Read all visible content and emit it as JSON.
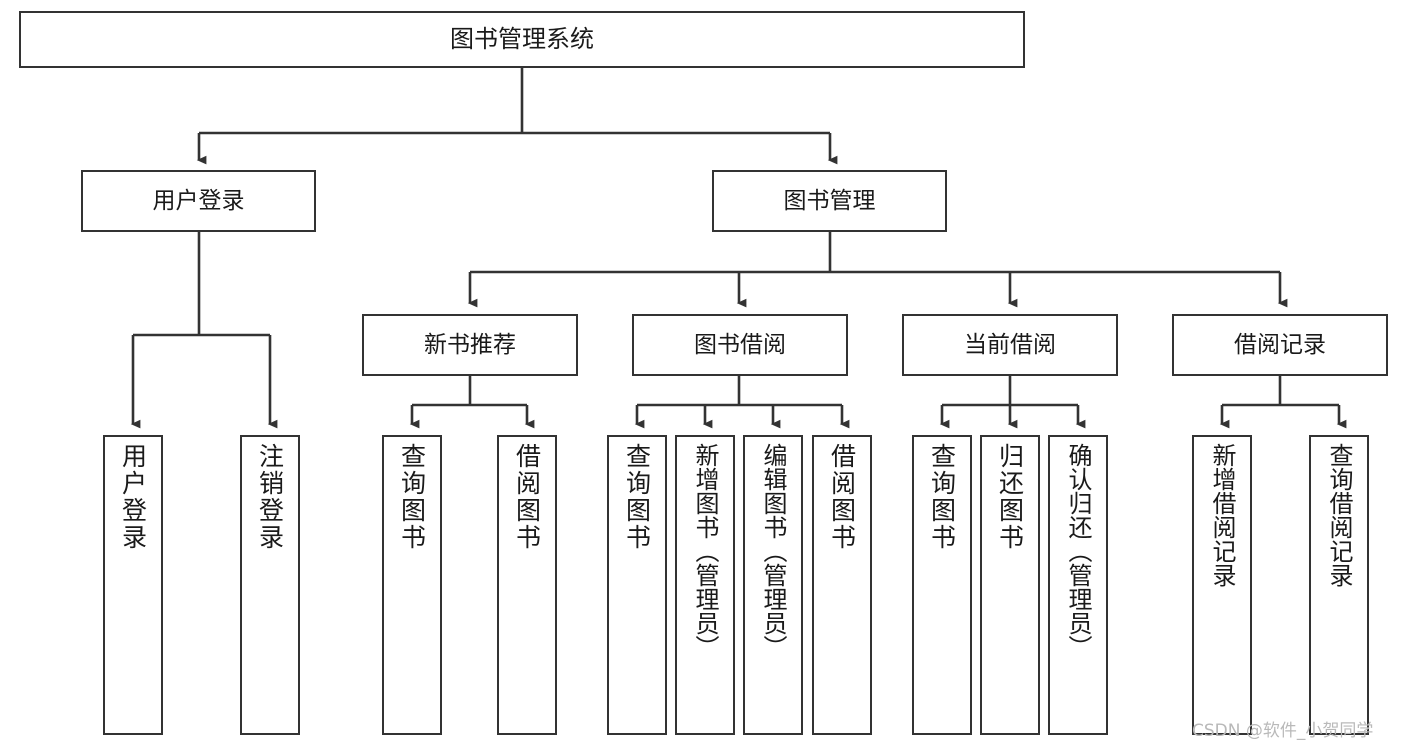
{
  "diagram": {
    "title": "图书管理系统",
    "type": "tree-hierarchy",
    "root": {
      "id": "root",
      "label": "图书管理系统"
    },
    "level2": [
      {
        "id": "user-login",
        "label": "用户登录"
      },
      {
        "id": "book-manage",
        "label": "图书管理"
      }
    ],
    "level3": [
      {
        "id": "new-book-recommend",
        "label": "新书推荐"
      },
      {
        "id": "book-borrow",
        "label": "图书借阅"
      },
      {
        "id": "current-borrow",
        "label": "当前借阅"
      },
      {
        "id": "borrow-record",
        "label": "借阅记录"
      }
    ],
    "leaves": {
      "user_login": [
        {
          "id": "leaf-user-login",
          "label": "用户登录"
        },
        {
          "id": "leaf-logout-login",
          "label": "注销登录"
        }
      ],
      "new_book_recommend": [
        {
          "id": "leaf-query-book-1",
          "label": "查询图书"
        },
        {
          "id": "leaf-borrow-book-1",
          "label": "借阅图书"
        }
      ],
      "book_borrow": [
        {
          "id": "leaf-query-book-2",
          "label": "查询图书"
        },
        {
          "id": "leaf-add-book",
          "label": "新增图书（管理员）"
        },
        {
          "id": "leaf-edit-book",
          "label": "编辑图书（管理员）"
        },
        {
          "id": "leaf-borrow-book-2",
          "label": "借阅图书"
        }
      ],
      "current_borrow": [
        {
          "id": "leaf-query-book-3",
          "label": "查询图书"
        },
        {
          "id": "leaf-return-book",
          "label": "归还图书"
        },
        {
          "id": "leaf-confirm-return",
          "label": "确认归还（管理员）"
        }
      ],
      "borrow_record": [
        {
          "id": "leaf-add-record",
          "label": "新增借阅记录"
        },
        {
          "id": "leaf-query-record",
          "label": "查询借阅记录"
        }
      ]
    },
    "colors": {
      "box_border": "#333333",
      "box_fill": "#ffffff",
      "connector": "#333333",
      "text": "#1a1a1a",
      "watermark": "#b9b9b9",
      "background": "#ffffff"
    }
  },
  "watermark": {
    "text": "CSDN @软件_小贺同学"
  }
}
